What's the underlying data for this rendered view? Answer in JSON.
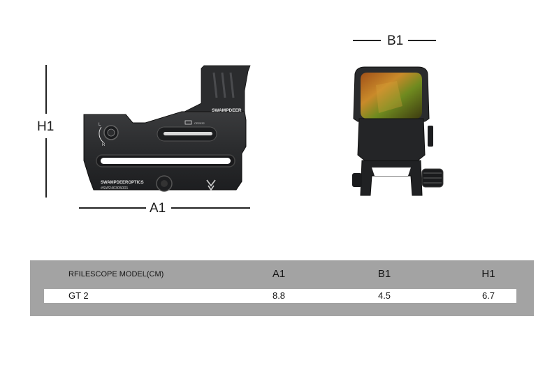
{
  "dimensions": {
    "height_label": "H1",
    "width_label": "A1",
    "depth_label": "B1"
  },
  "product": {
    "brand_marking": "SWAMPDEER",
    "side_marking_line1": "SWAMPDEEROPTICS",
    "side_marking_line2": "#SW240305001",
    "rail_marking": "CR2032",
    "dial_letter_top": "L",
    "dial_letter_bottom": "R"
  },
  "spec_table": {
    "columns": [
      "RFILESCOPE MODEL(CM)",
      "A1",
      "B1",
      "H1"
    ],
    "rows": [
      {
        "model": "GT 2",
        "a1": "8.8",
        "b1": "4.5",
        "h1": "6.7"
      }
    ]
  }
}
